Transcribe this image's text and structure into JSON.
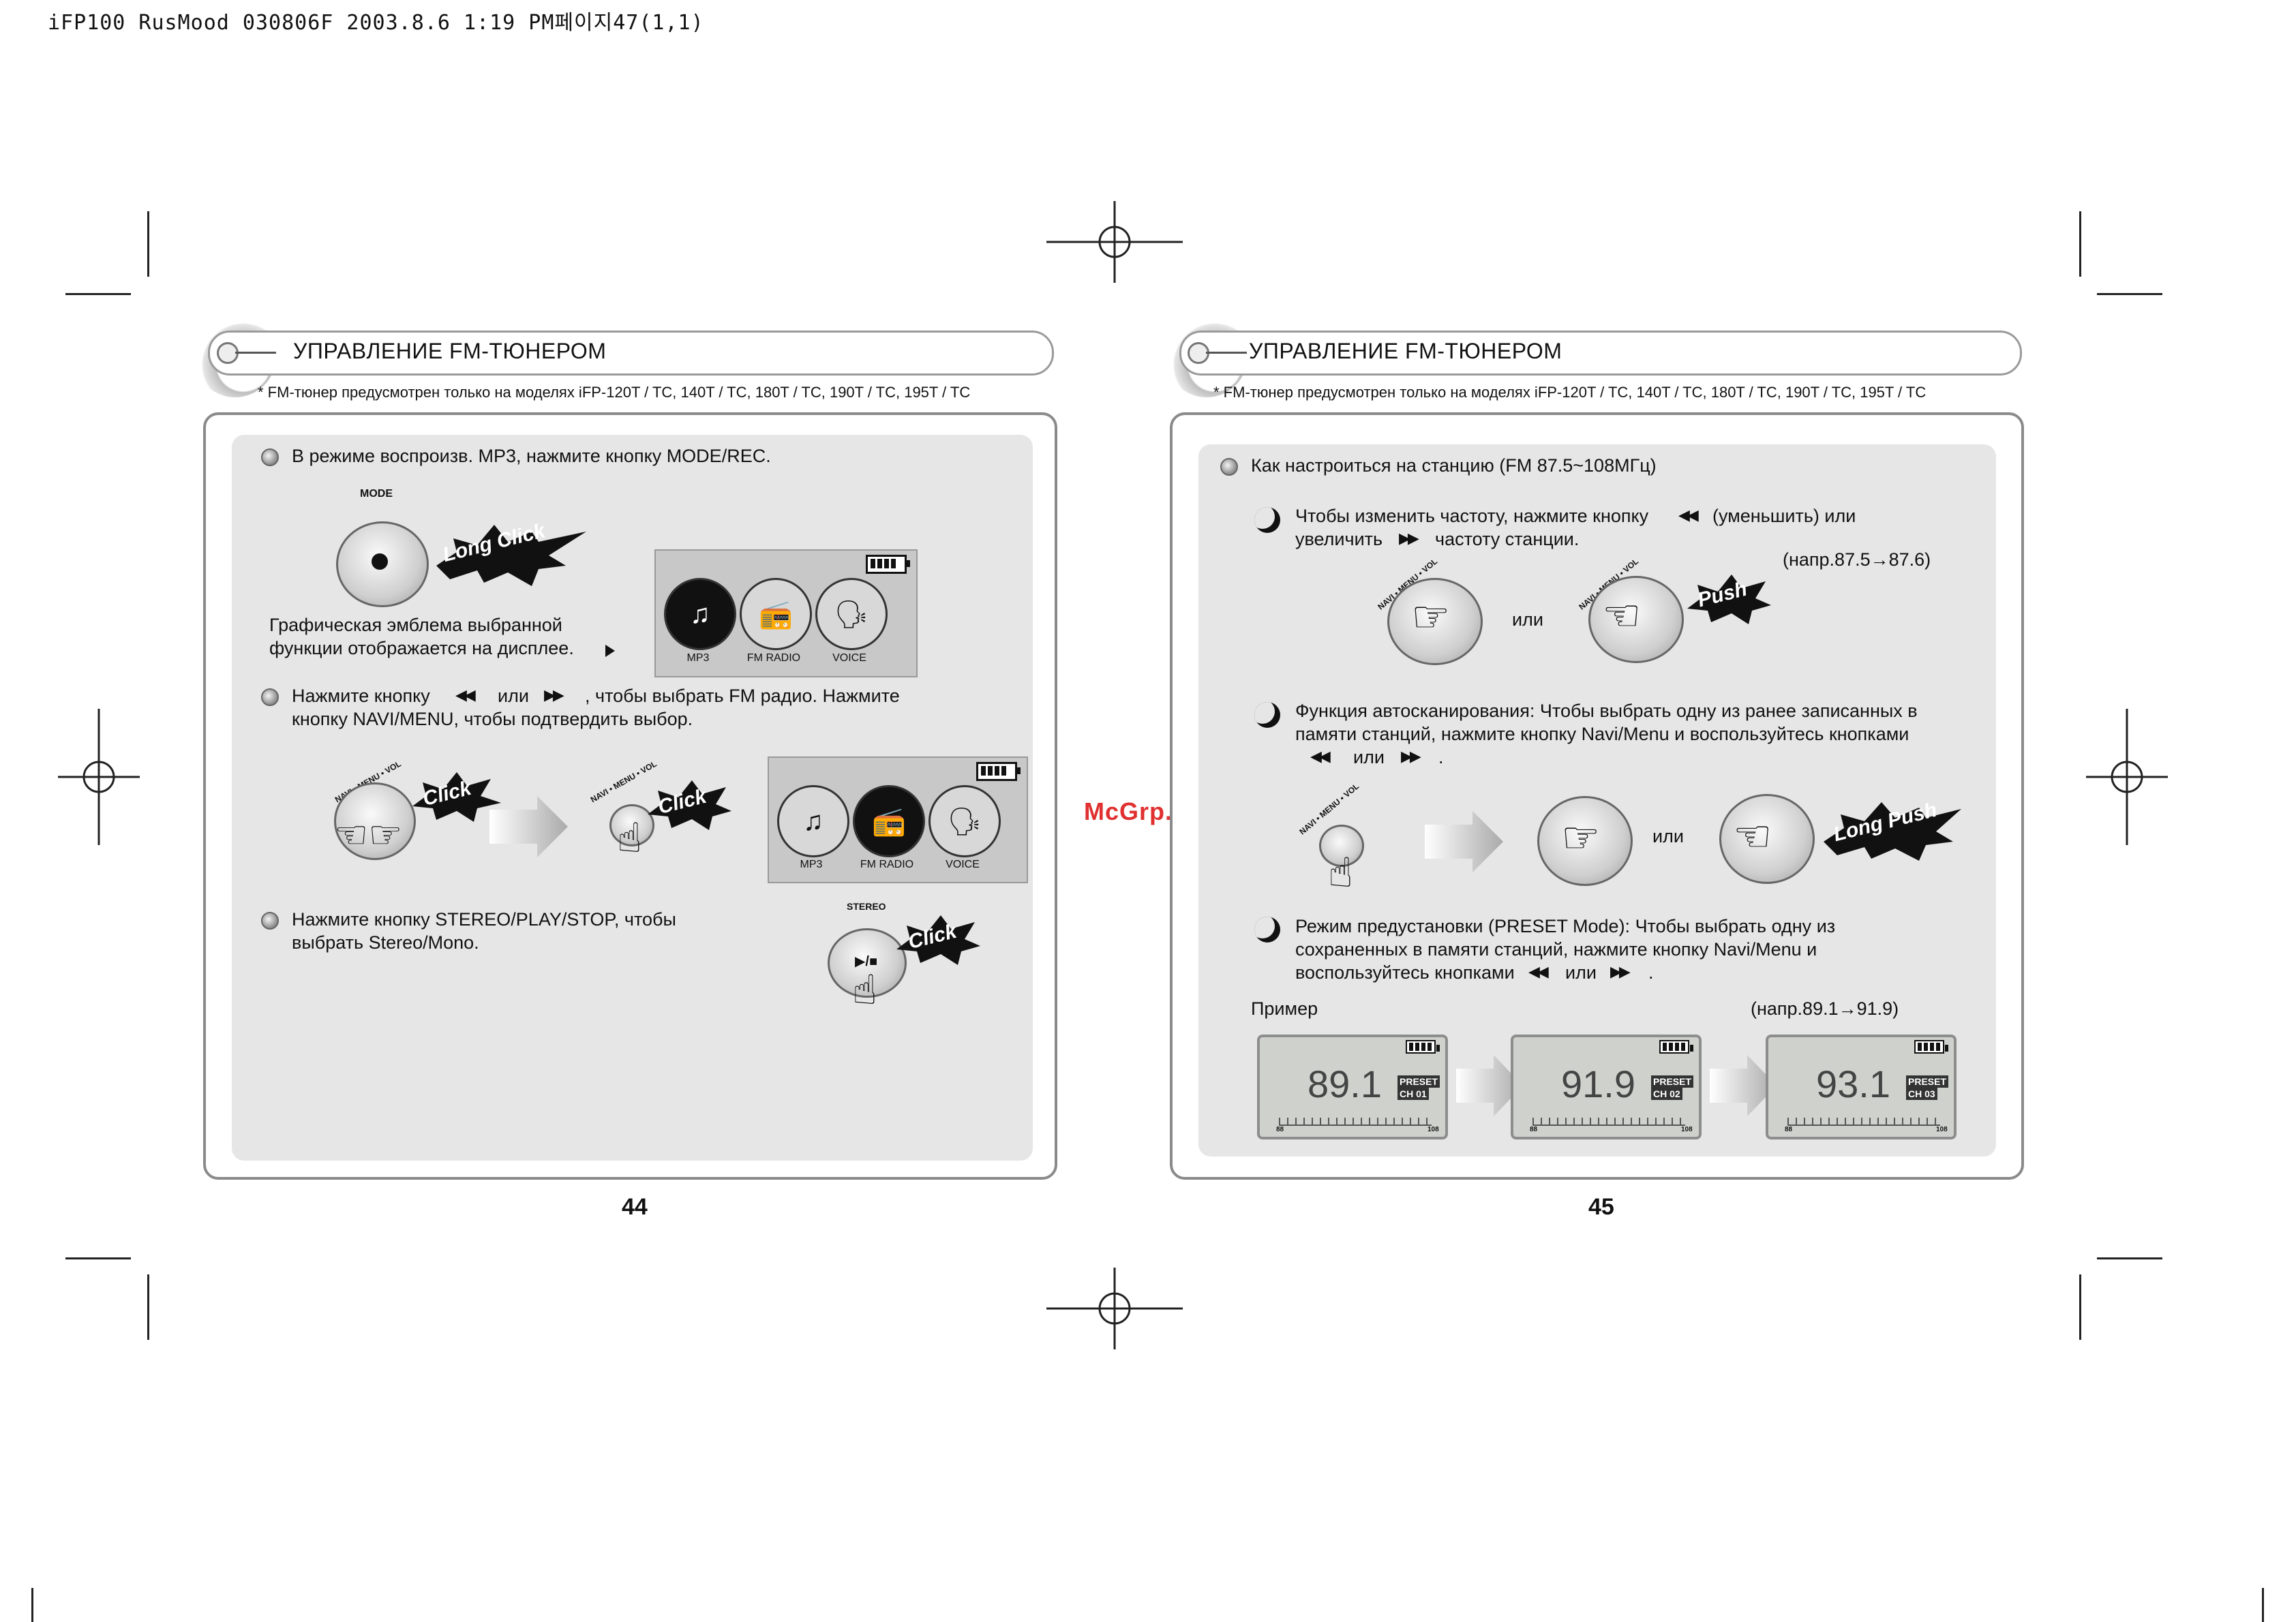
{
  "header_line": "iFP100 RusMood 030806F 2003.8.6 1:19 PM페이지47(1,1)",
  "watermark": "McGrp.Ru",
  "left_page": {
    "title": "УПРАВЛЕНИЕ FM-ТЮНЕРОМ",
    "note": "* FM-тюнер предусмотрен только на моделях iFP-120T / TC, 140T / TC, 180T / TC, 190T / TC, 195T / TC",
    "step1": "В режиме воспроизв. МР3, нажмите кнопку MODE/REC.",
    "mode_label": "MODE",
    "long_click": "Long Click",
    "emblem_line1": "Графическая эмблема выбранной",
    "emblem_line2": "функции отображается на дисплее.",
    "icons": [
      "MP3",
      "FM RADIO",
      "VOICE"
    ],
    "step2_a": "Нажмите кнопку",
    "step2_or": "или",
    "step2_b": ", чтобы выбрать FM радио. Нажмите",
    "step2_line2": "кнопку NAVI/MENU, чтобы подтвердить выбор.",
    "click": "Click",
    "navi_label": "NAVI • MENU • VOL",
    "step3_line1": "Нажмите кнопку STEREO/PLAY/STOP, чтобы",
    "step3_line2": "выбрать Stereo/Mono.",
    "stereo_label": "STEREO",
    "page_number": "44"
  },
  "right_page": {
    "title": "УПРАВЛЕНИЕ FM-ТЮНЕРОМ",
    "note": "* FM-тюнер предусмотрен только на моделях iFP-120T / TC, 140T / TC, 180T / TC, 190T / TC, 195T / TC",
    "step_head": "Как настроиться на станцию (FM 87.5~108МГц)",
    "sub1_a": "Чтобы изменить частоту, нажмите кнопку",
    "sub1_b": "(уменьшить) или",
    "sub1_line2_a": "увеличить",
    "sub1_line2_b": "частоту станции.",
    "sub1_example": "(напр.87.5→87.6)",
    "or": "или",
    "push": "Push",
    "sub2_line1": "Функция автосканирования: Чтобы выбрать одну из ранее записанных в",
    "sub2_line2": "памяти станций, нажмите кнопку  Navi/Menu и воспользуйтесь кнопками",
    "long_push": "Long Push",
    "sub3_line1": "Режим предустановки (PRESET Mode): Чтобы выбрать одну из",
    "sub3_line2": "сохраненных в памяти станций, нажмите кнопку Navi/Menu и",
    "sub3_line3_a": "воспользуйтесь кнопками",
    "example_label": "Пример",
    "example_range": "(напр.89.1→91.9)",
    "displays": [
      {
        "freq": "89.1",
        "preset": "PRESET",
        "ch": "CH 01"
      },
      {
        "freq": "91.9",
        "preset": "PRESET",
        "ch": "CH 02"
      },
      {
        "freq": "93.1",
        "preset": "PRESET",
        "ch": "CH 03"
      }
    ],
    "ruler_min": "88",
    "ruler_max": "108",
    "page_number": "45"
  }
}
